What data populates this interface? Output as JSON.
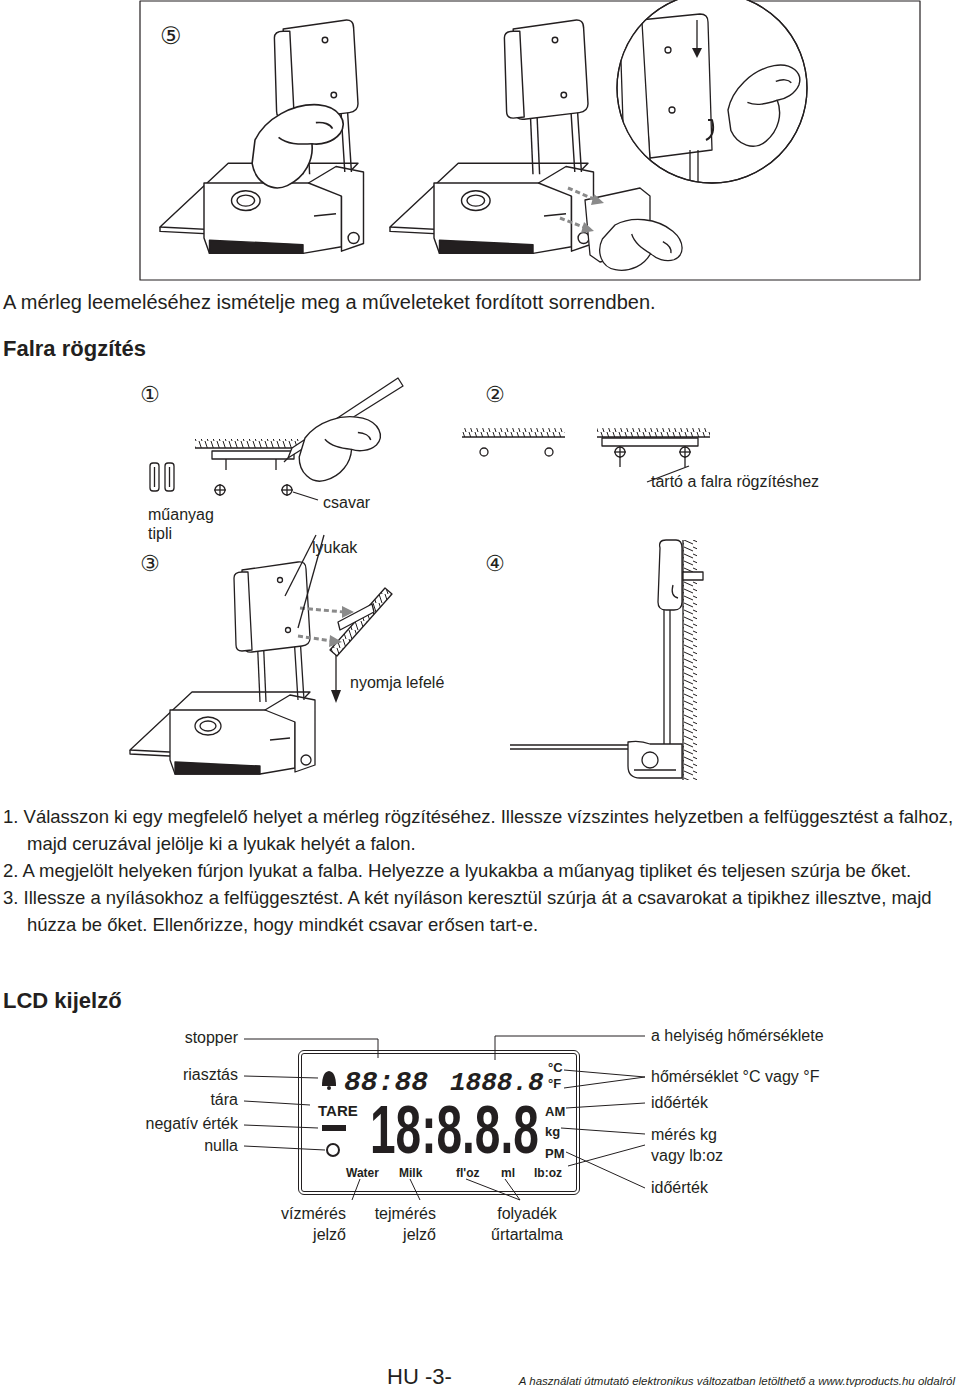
{
  "diagram": {
    "nodes": [
      {
        "text": [
          "88:88",
          "1888.8",
          "°C",
          "°F",
          "TARE",
          "AM",
          "kg",
          "PM",
          "18:8.8.8",
          "Water",
          "Milk",
          "fl'oz",
          "ml",
          "lb:oz"
        ]
      }
    ],
    "labels": [
      "⑤",
      "A mérleg leemeléséhez ismételje meg a műveleteket fordított sorrendben.",
      "Falra rögzítés",
      "①",
      "②",
      "műanyag tipli",
      "csavar",
      "tartó a falra rögzítéshez",
      "③",
      "lyukak",
      "④",
      "nyomja lefelé",
      "1. Válasszon ki egy megfelelő helyet a mérleg rögzítéséhez. Illessze vízszintes helyzetben a felfüggesztést a falhoz, majd ceruzával jelölje ki a lyukak helyét a falon.",
      "2. A megjelölt helyeken fúrjon lyukat a falba. Helyezze a lyukakba a műanyag tipliket és teljesen szúrja be őket.",
      "3. Illessze a nyílásokhoz a felfüggesztést. A két nyíláson keresztül szúrja át a csavarokat a tipikhez illesztve, majd húzza be őket. Ellenőrizze, hogy mindkét csavar erősen tart-e.",
      "LCD kijelző",
      "stopper",
      "riasztás",
      "tára",
      "negatív érték",
      "nulla",
      "a helyiség hőmérséklete",
      "hőmérséklet °C vagy °F",
      "időérték",
      "mérés kg vagy lb:oz",
      "időérték",
      "vízmérés jelző",
      "tejmérés jelző",
      "folyadék űrtartalma",
      "HU -3-",
      "A használati útmutató elektronikus változatban letölthető a www.tvproducts.hu oldalról"
    ]
  }
}
